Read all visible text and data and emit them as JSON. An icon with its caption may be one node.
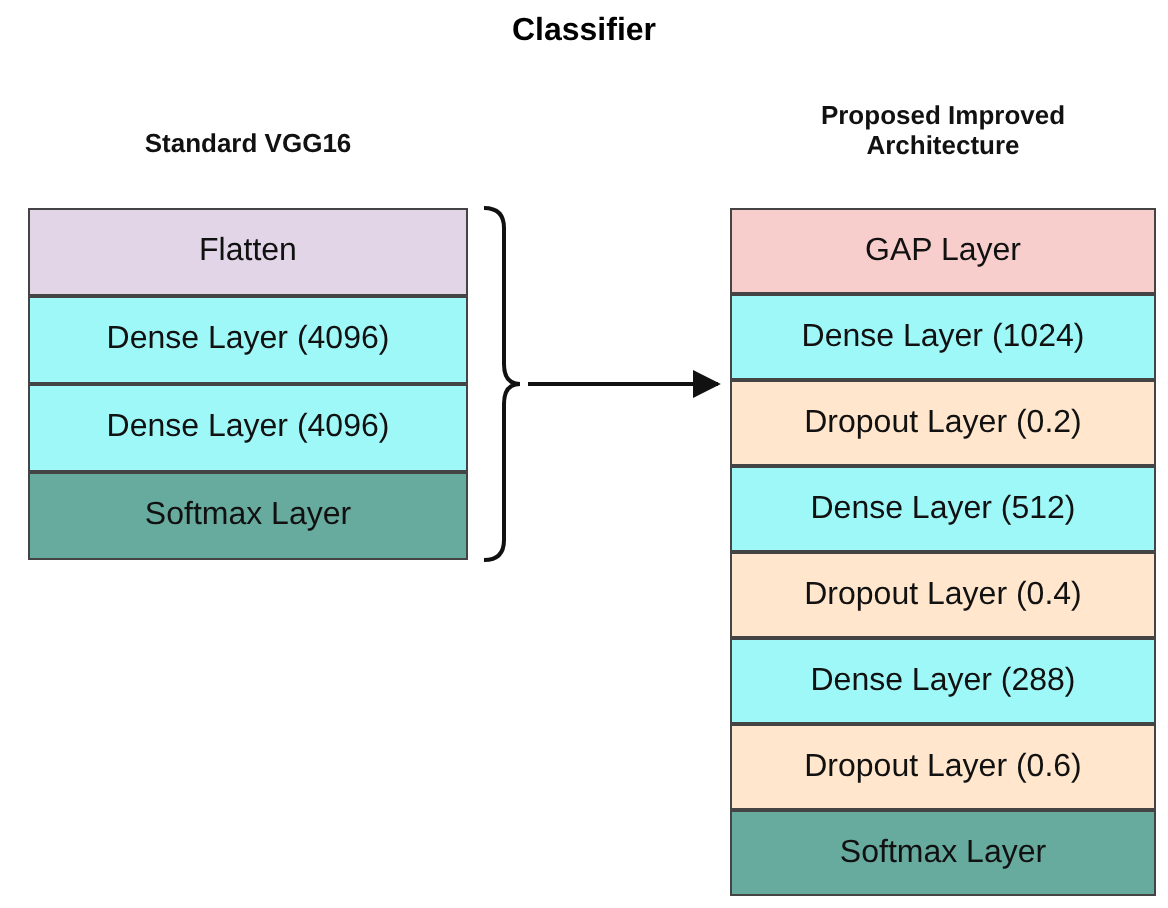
{
  "diagram": {
    "title": "Classifier",
    "nodes": [
      {
        "text": [
          "Standard VGG16"
        ]
      },
      {
        "text": [
          "Flatten"
        ],
        "in": 0
      },
      {
        "text": [
          "Dense Layer (4096)"
        ],
        "in": 0
      },
      {
        "text": [
          "Dense Layer (4096)"
        ],
        "in": 0
      },
      {
        "text": [
          "Softmax Layer"
        ],
        "in": 0
      },
      {
        "text": [
          "Proposed Improved Architecture"
        ]
      },
      {
        "text": [
          "GAP Layer"
        ],
        "in": 5
      },
      {
        "text": [
          "Dense Layer (1024)"
        ],
        "in": 5
      },
      {
        "text": [
          "Dropout Layer (0.2)"
        ],
        "in": 5
      },
      {
        "text": [
          "Dense Layer (512)"
        ],
        "in": 5
      },
      {
        "text": [
          "Dropout Layer (0.4)"
        ],
        "in": 5
      },
      {
        "text": [
          "Dense Layer (288)"
        ],
        "in": 5
      },
      {
        "text": [
          "Dropout Layer (0.6)"
        ],
        "in": 5
      },
      {
        "text": [
          "Softmax Layer"
        ],
        "in": 5
      }
    ],
    "edges": [
      {
        "from": 0,
        "to": 5,
        "arrow": "to"
      }
    ]
  }
}
